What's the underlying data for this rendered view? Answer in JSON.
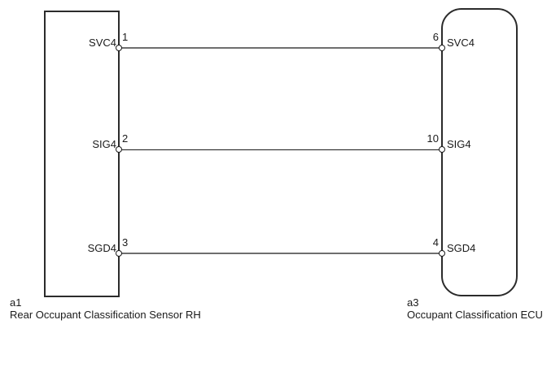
{
  "diagram": {
    "left_component": {
      "id": "a1",
      "name": "Rear Occupant Classification Sensor RH"
    },
    "right_component": {
      "id": "a3",
      "name": "Occupant Classification ECU"
    },
    "wires": [
      {
        "left_label": "SVC4",
        "left_pin": "1",
        "right_pin": "6",
        "right_label": "SVC4",
        "color": "#6e6e6e"
      },
      {
        "left_label": "SIG4",
        "left_pin": "2",
        "right_pin": "10",
        "right_label": "SIG4",
        "color": "#1a1a1a"
      },
      {
        "left_label": "SGD4",
        "left_pin": "3",
        "right_pin": "4",
        "right_label": "SGD4",
        "color": "#6e6e6e"
      }
    ],
    "colors": {
      "box_border": "#2b2b2b",
      "wire_gray": "#6e6e6e",
      "wire_black": "#1a1a1a",
      "background": "#ffffff"
    }
  }
}
